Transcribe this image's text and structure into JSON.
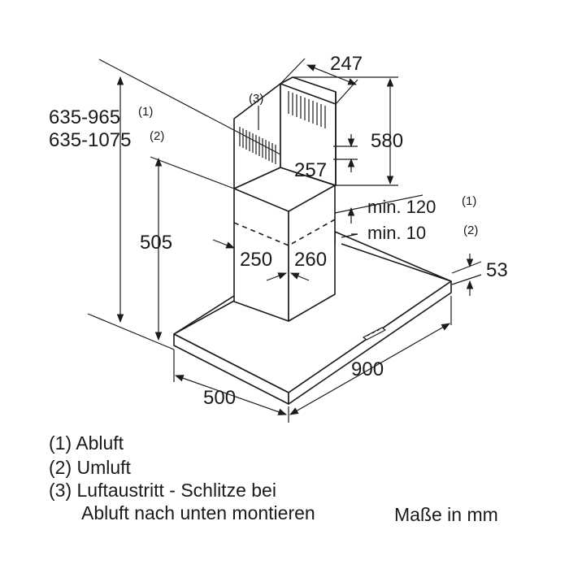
{
  "dimensions": {
    "height_range_1": "635-965",
    "height_range_2": "635-1075",
    "note_1": "(1)",
    "note_2": "(2)",
    "note_3": "(3)",
    "chimney_width_top": "247",
    "upper_chimney_height": "580",
    "upper_chimney_depth": "257",
    "min_abluft": "min. 120",
    "min_umluft": "min. 10",
    "lower_chimney_height": "505",
    "chimney_depth": "250",
    "chimney_width": "260",
    "hood_thickness": "53",
    "hood_width": "900",
    "hood_depth": "500"
  },
  "legend": {
    "item1": "(1) Abluft",
    "item2": "(2) Umluft",
    "item3_line1": "(3) Luftaustritt - Schlitze bei",
    "item3_line2": "Abluft nach unten montieren",
    "units": "Maße in mm"
  }
}
